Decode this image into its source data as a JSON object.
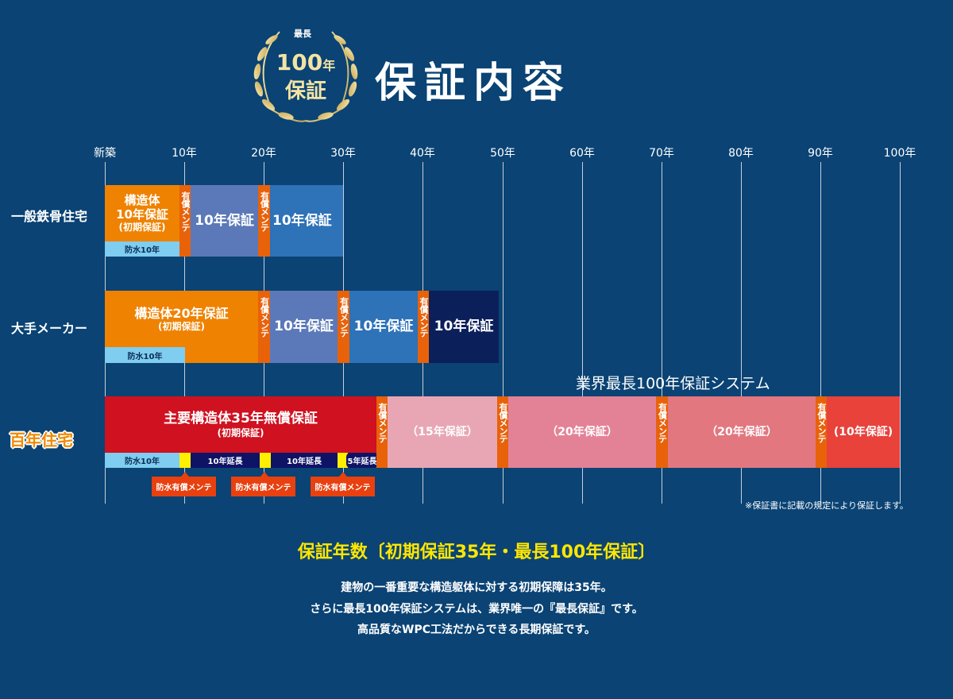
{
  "header": {
    "title": "保証内容",
    "badge": {
      "top": "最長",
      "years": "100",
      "nen": "年",
      "label": "保証"
    }
  },
  "axis": {
    "ticks": [
      "新築",
      "10年",
      "20年",
      "30年",
      "40年",
      "50年",
      "60年",
      "70年",
      "80年",
      "90年",
      "100年"
    ]
  },
  "maintenance_label": "有償メンテ",
  "rows": [
    {
      "label": "一般鉄骨住宅",
      "initial": {
        "line1": "構造体",
        "line2": "10年保証",
        "line3": "(初期保証)"
      },
      "waterproof": "防水10年",
      "segments": [
        "10年保証",
        "10年保証"
      ]
    },
    {
      "label": "大手メーカー",
      "initial": {
        "line1": "構造体20年保証",
        "line2": "(初期保証)"
      },
      "waterproof": "防水10年",
      "segments": [
        "10年保証",
        "10年保証",
        "10年保証"
      ]
    },
    {
      "label": "百年住宅",
      "initial": {
        "line1": "主要構造体35年無償保証",
        "line2": "(初期保証)"
      },
      "waterproof": "防水10年",
      "extensions": [
        "10年延長",
        "10年延長",
        "5年延長"
      ],
      "callouts": [
        "防水有償メンテ",
        "防水有償メンテ",
        "防水有償メンテ"
      ],
      "segments": [
        "（15年保証）",
        "（20年保証）",
        "（20年保証）",
        "(10年保証)"
      ]
    }
  ],
  "system_label": "業界最長100年保証システム",
  "footnote": "※保証書に記載の規定により保証します。",
  "summary": {
    "heading": "保証年数〔初期保証35年・最長100年保証〕",
    "lines": [
      "建物の一番重要な構造躯体に対する初期保障は35年。",
      "さらに最長100年保証システムは、業界唯一の『最長保証』です。",
      "高品質なWPC工法だからできる長期保証です。"
    ]
  }
}
